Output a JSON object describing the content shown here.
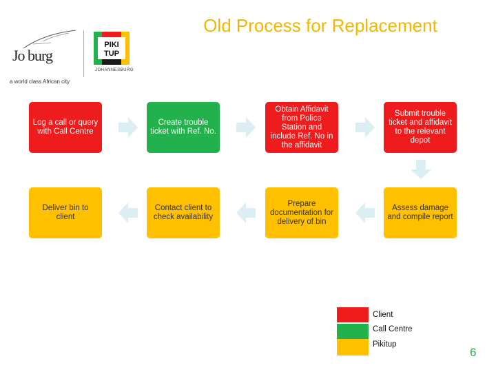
{
  "slide": {
    "title": "Old Process for Replacement",
    "page_number": "6"
  },
  "logos": {
    "joburg": {
      "word": "Jo burg",
      "tagline": "a world class African city"
    },
    "pikitup": {
      "line1": "PIKI",
      "line2": "TUP",
      "sub": "JOHANNESBURG"
    }
  },
  "steps": [
    {
      "text": "Log a call or query with Call Centre",
      "color": "#ee1c1c"
    },
    {
      "text": "Create trouble ticket with Ref. No.",
      "color": "#22b14c"
    },
    {
      "text": "Obtain Affidavit from Police Station and include  Ref. No in the affidavit",
      "color": "#ee1c1c"
    },
    {
      "text": "Submit trouble ticket and affidavit to the relevant  depot",
      "color": "#ee1c1c"
    },
    {
      "text": "Assess damage and compile report",
      "color": "#ffc000"
    },
    {
      "text": "Prepare documentation for delivery of bin",
      "color": "#ffc000"
    },
    {
      "text": "Contact client to check availability",
      "color": "#ffc000"
    },
    {
      "text": "Deliver bin to client",
      "color": "#ffc000"
    }
  ],
  "legend": [
    {
      "label": "Client",
      "color": "#ee1c1c"
    },
    {
      "label": "Call Centre",
      "color": "#22b14c"
    },
    {
      "label": "Pikitup",
      "color": "#ffc000"
    }
  ],
  "colors": {
    "arrow": "#daeef3",
    "title": "#f2b800"
  }
}
